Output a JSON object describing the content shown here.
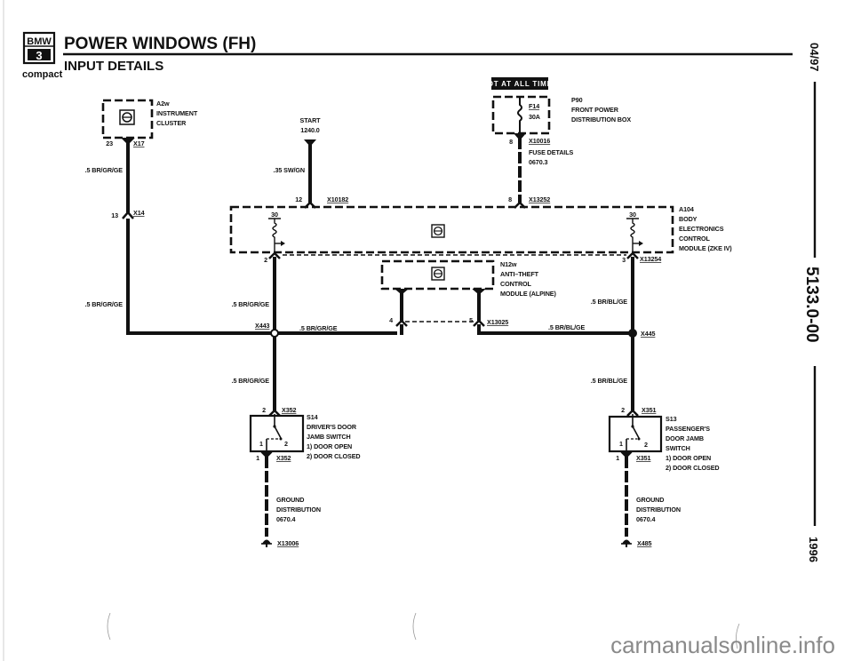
{
  "header": {
    "logo_top": "BMW",
    "logo_mid": "3",
    "logo_bottom": "compact",
    "title": "POWER WINDOWS (FH)",
    "subtitle": "INPUT DETAILS"
  },
  "side_margin": {
    "date": "04/97",
    "page_code": "5133.0-00",
    "year": "1996"
  },
  "hot_badge": "HOT AT ALL TIMES",
  "components": {
    "instrument_cluster": {
      "id": "A2w",
      "line1": "INSTRUMENT",
      "line2": "CLUSTER",
      "pin": "23",
      "connector": "X17"
    },
    "start": {
      "line1": "START",
      "line2": "1240.0",
      "wire": ".35 SW/GN",
      "pin": "12",
      "connector": "X10182"
    },
    "power_dist": {
      "id": "P90",
      "line1": "FRONT POWER",
      "line2": "DISTRIBUTION BOX",
      "fuse": "F14",
      "fuse_rating": "30A",
      "pin": "8",
      "connector": "X10016",
      "note1": "FUSE DETAILS",
      "note2": "0670.3",
      "pin2": "8",
      "connector2": "X13252"
    },
    "body_module": {
      "id": "A104",
      "line1": "BODY",
      "line2": "ELECTRONICS",
      "line3": "CONTROL",
      "line4": "MODULE (ZKE IV)",
      "terminal_left": "30",
      "terminal_right": "30",
      "pin_left": "2",
      "pin_right": "3",
      "connector_right": "X13254"
    },
    "anti_theft": {
      "id": "N12w",
      "line1": "ANTI–THEFT",
      "line2": "CONTROL",
      "line3": "MODULE (ALPINE)",
      "pin_left": "4",
      "pin_right": "5",
      "connector": "X13025"
    },
    "left_feed": {
      "pin": "13",
      "connector": "X14",
      "wire_upper": ".5 BR/GR/GE",
      "wire_lower": ".5 BR/GR/GE"
    },
    "splices": {
      "left": {
        "connector": "X443",
        "wire_up": ".5 BR/GR/GE",
        "wire_right": ".5 BR/GR/GE",
        "wire_down": ".5 BR/GR/GE"
      },
      "right": {
        "connector": "X445",
        "wire_up": ".5 BR/BL/GE",
        "wire_left": ".5 BR/BL/GE",
        "wire_down": ".5 BR/BL/GE"
      }
    },
    "driver_switch": {
      "id": "S14",
      "line1": "DRIVER'S DOOR",
      "line2": "JAMB SWITCH",
      "state1": "1)  DOOR OPEN",
      "state2": "2)  DOOR CLOSED",
      "pin_top": "2",
      "pin_bottom": "1",
      "connector_top": "X352",
      "connector_bottom": "X352",
      "contact1": "1",
      "contact2": "2"
    },
    "passenger_switch": {
      "id": "S13",
      "line1": "PASSENGER'S",
      "line2": "DOOR JAMB",
      "line3": "SWITCH",
      "state1": "1)  DOOR OPEN",
      "state2": "2)  DOOR CLOSED",
      "pin_top": "2",
      "pin_bottom": "1",
      "connector_top": "X351",
      "connector_bottom": "X351",
      "contact1": "1",
      "contact2": "2"
    },
    "ground_left": {
      "line1": "GROUND",
      "line2": "DISTRIBUTION",
      "line3": "0670.4",
      "connector": "X13006"
    },
    "ground_right": {
      "line1": "GROUND",
      "line2": "DISTRIBUTION",
      "line3": "0670.4",
      "connector": "X485"
    }
  },
  "watermark": "carmanualsonline.info"
}
